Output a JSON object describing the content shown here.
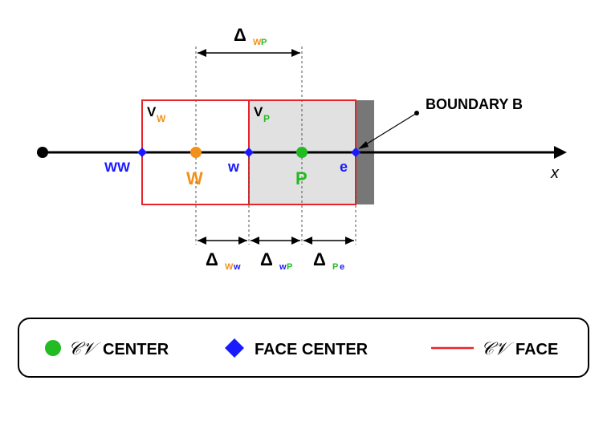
{
  "colors": {
    "red": "#e8242a",
    "blue": "#1a1aff",
    "green": "#22bb22",
    "orange": "#f39019",
    "cell_fill": "#e1e1e1",
    "boundary_fill": "#777777",
    "black": "#000000"
  },
  "nodes": {
    "WW": "WW",
    "W": "W",
    "w": "w",
    "P": "P",
    "e": "e"
  },
  "axis": {
    "label": "x"
  },
  "volumes": {
    "west": {
      "letter": "V",
      "sub": "W"
    },
    "center": {
      "letter": "V",
      "sub": "P"
    }
  },
  "boundary": {
    "label": "BOUNDARY  B"
  },
  "dimensions": {
    "top": {
      "letter": "Δ",
      "sub_1": "W",
      "sub_2": "P"
    },
    "ww": {
      "letter": "Δ",
      "sub_1": "W",
      "sub_2": "w"
    },
    "wp": {
      "letter": "Δ",
      "sub_1": "w",
      "sub_2": "P"
    },
    "pe": {
      "letter": "Δ",
      "sub_1": "P",
      "sub_2": "e"
    }
  },
  "legend": {
    "cv_symbol": "𝒞𝒱",
    "cv_center": "CENTER",
    "face_center": "FACE CENTER",
    "cv_face": "FACE"
  }
}
